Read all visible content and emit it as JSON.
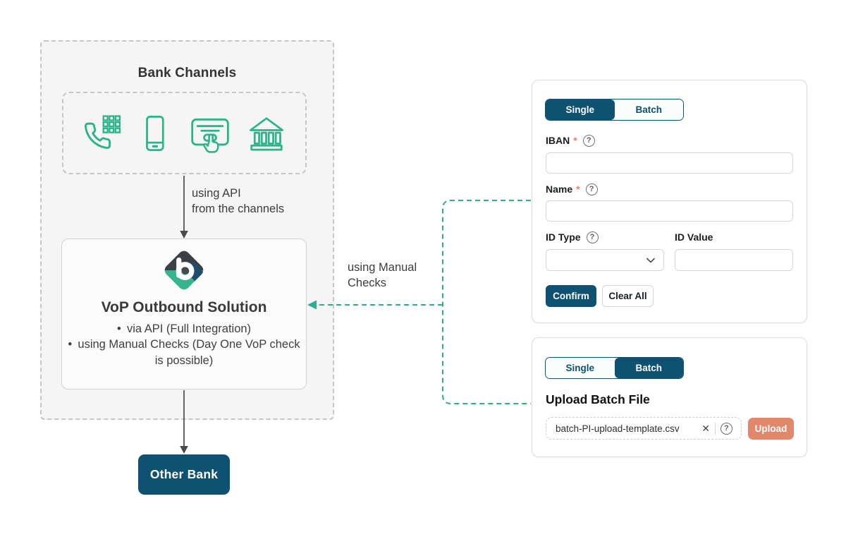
{
  "colors": {
    "brand_navy": "#0e5170",
    "icon_green": "#2bb389",
    "connector_teal": "#2fae8e",
    "upload_salmon": "#e2876b",
    "required_red": "#ee7e61"
  },
  "diagram": {
    "bank_channels_title": "Bank Channels",
    "channel_icons": [
      "phone-keypad",
      "smartphone",
      "card-terminal-touch",
      "bank-building"
    ],
    "api_arrow_label_line1": "using API",
    "api_arrow_label_line2": "from the channels",
    "vop": {
      "title": "VoP Outbound Solution",
      "bullets": [
        "via API (Full Integration)",
        "using Manual Checks (Day One VoP check is possible)"
      ]
    },
    "manual_checks_label_line1": "using Manual",
    "manual_checks_label_line2": "Checks",
    "other_bank_label": "Other Bank"
  },
  "single_form": {
    "tabs": {
      "single": "Single",
      "batch": "Batch"
    },
    "active_tab": "Single",
    "iban_label": "IBAN",
    "iban_value": "",
    "name_label": "Name",
    "name_value": "",
    "id_type_label": "ID Type",
    "id_type_value": "",
    "id_value_label": "ID Value",
    "id_value_value": "",
    "required_marker": "*",
    "confirm_label": "Confirm",
    "clear_label": "Clear All"
  },
  "batch_form": {
    "tabs": {
      "single": "Single",
      "batch": "Batch"
    },
    "active_tab": "Batch",
    "heading": "Upload Batch File",
    "file_name": "batch-PI-upload-template.csv",
    "upload_label": "Upload"
  },
  "icons": {
    "help": "?",
    "close": "✕"
  }
}
